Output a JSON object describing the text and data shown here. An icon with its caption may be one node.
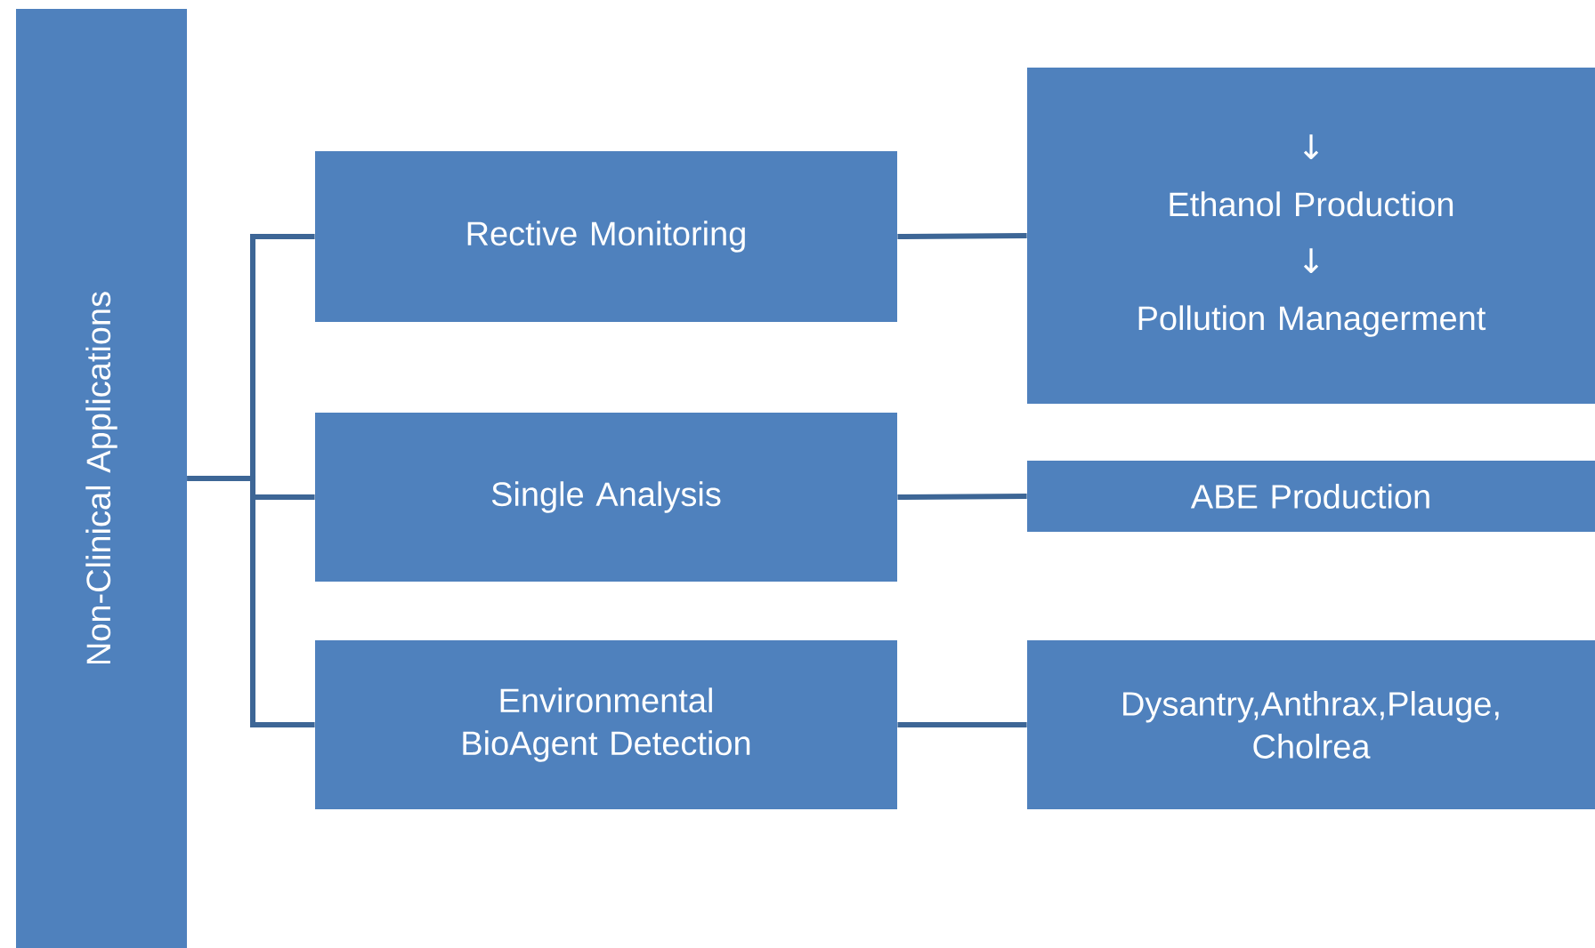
{
  "diagram": {
    "nodes": [
      {
        "text": [
          "Non-Clinical Applications"
        ]
      },
      {
        "text": [
          "Rective Monitoring"
        ]
      },
      {
        "text": [
          "Single Analysis"
        ]
      },
      {
        "text": [
          "Environmental BioAgent Detection"
        ]
      },
      {
        "text": [
          "↓",
          "Ethanol Production",
          "↓",
          "Pollution Managerment"
        ]
      },
      {
        "text": [
          "ABE Production"
        ]
      },
      {
        "text": [
          "Dysantry,Anthrax,Plauge, Cholrea"
        ]
      }
    ],
    "edges": [
      {
        "from": 0,
        "to": 1,
        "arrow": "none"
      },
      {
        "from": 0,
        "to": 2,
        "arrow": "none"
      },
      {
        "from": 0,
        "to": 3,
        "arrow": "none"
      },
      {
        "from": 1,
        "to": 4,
        "arrow": "none"
      },
      {
        "from": 2,
        "to": 5,
        "arrow": "none"
      },
      {
        "from": 3,
        "to": 6,
        "arrow": "none"
      }
    ]
  }
}
